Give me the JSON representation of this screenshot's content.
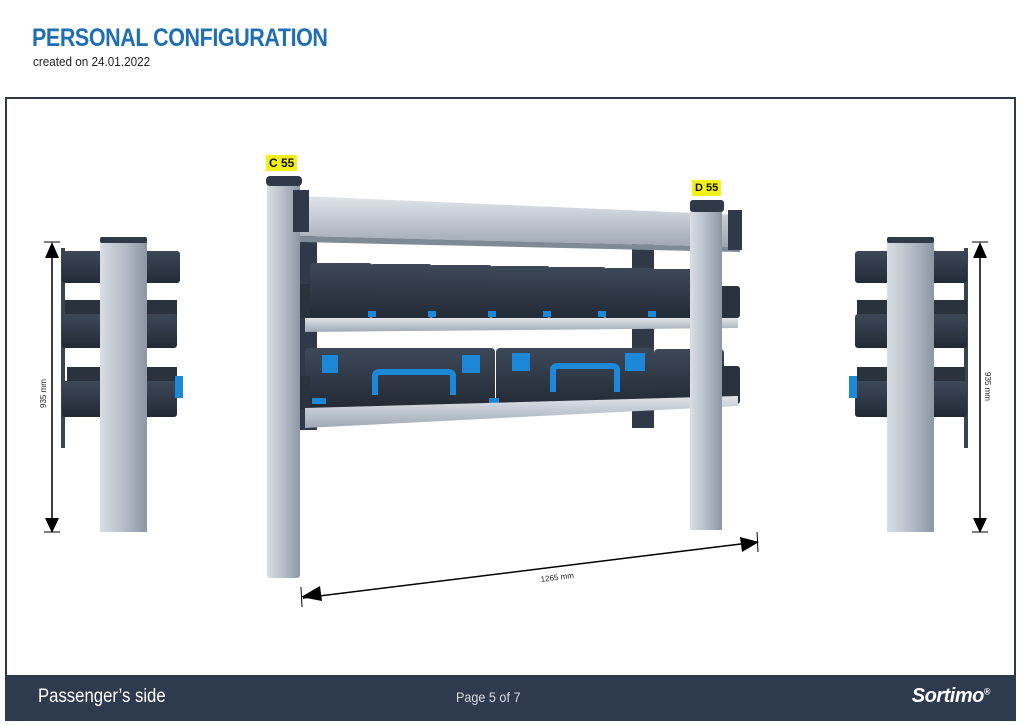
{
  "header": {
    "title": "PERSONAL CONFIGURATION",
    "created": "created on 24.01.2022"
  },
  "labels": {
    "post_left": "C 55",
    "post_right": "D 55"
  },
  "dimensions": {
    "width": "1265 mm",
    "height_left": "935 mm",
    "height_right": "935 mm"
  },
  "footer": {
    "side": "Passenger’s side",
    "page": "Page 5 of 7",
    "brand": "Sortimo",
    "brand_mark": "®"
  },
  "colors": {
    "title_blue": "#1f6fb2",
    "footer_bg": "#2e3a4d",
    "case_blue": "#1e88d8",
    "box_dark": "#2f3947",
    "aluminium": "#b9c2cd",
    "tag_yellow": "#f2f21a"
  }
}
